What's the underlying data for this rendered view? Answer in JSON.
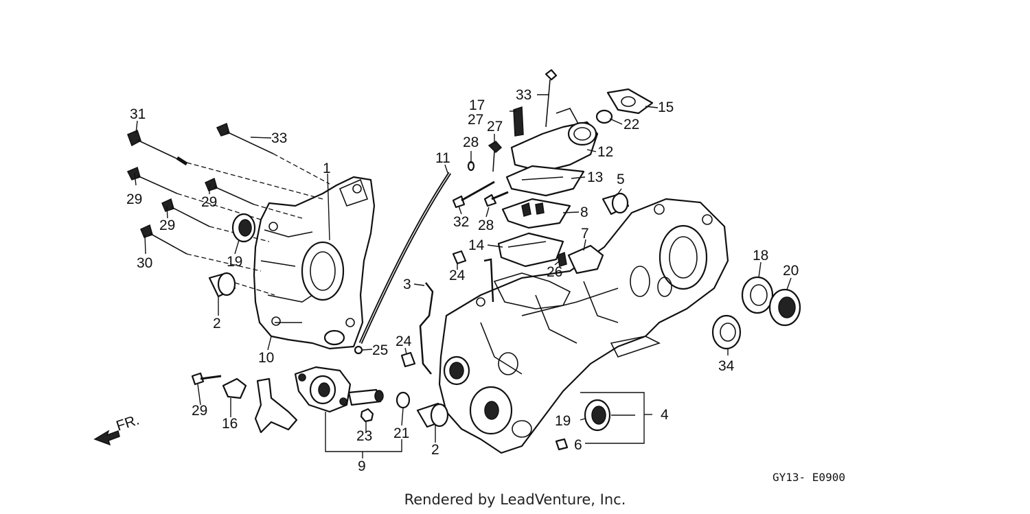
{
  "diagram_code": "GY13- E0900",
  "credit": "Rendered by LeadVenture, Inc.",
  "direction_label": "FR.",
  "callouts": [
    "31",
    "33",
    "1",
    "29",
    "29",
    "29",
    "19",
    "30",
    "2",
    "10",
    "11",
    "28",
    "17",
    "27",
    "27",
    "33",
    "15",
    "22",
    "12",
    "13",
    "5",
    "32",
    "28",
    "8",
    "7",
    "14",
    "24",
    "26",
    "3",
    "25",
    "24",
    "18",
    "20",
    "34",
    "9",
    "23",
    "21",
    "16",
    "29",
    "2",
    "19",
    "4",
    "6"
  ]
}
